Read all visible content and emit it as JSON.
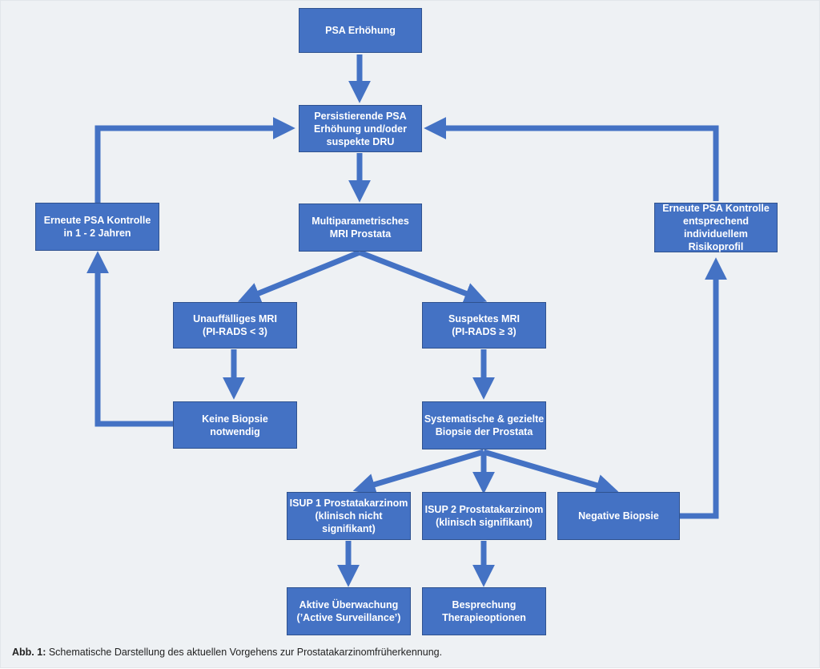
{
  "diagram": {
    "nodes": {
      "psa_increase": "PSA Erhöhung",
      "persistent_psa": "Persistierende PSA\nErhöhung und/oder\nsuspekte DRU",
      "mri": "Multiparametrisches\nMRI Prostata",
      "psa_control_left": "Erneute PSA Kontrolle\nin 1 - 2 Jahren",
      "psa_control_right": "Erneute PSA Kontrolle\nentsprechend\nindividuellem Risikoprofil",
      "mri_normal": "Unauffälliges MRI\n(PI-RADS < 3)",
      "mri_suspect": "Suspektes MRI\n(PI-RADS ≥ 3)",
      "no_biopsy": "Keine Biopsie\nnotwendig",
      "biopsy": "Systematische & gezielte\nBiopsie der Prostata",
      "isup1": "ISUP 1 Prostatakarzinom\n(klinisch nicht signifikant)",
      "isup2": "ISUP 2 Prostatakarzinom\n(klinisch signifikant)",
      "negative_biopsy": "Negative Biopsie",
      "active_surveillance": "Aktive Überwachung\n(’Active Surveillance’)",
      "therapy": "Besprechung\nTherapieoptionen"
    },
    "colors": {
      "box_fill": "#4472c4",
      "box_border": "#2f528f",
      "arrow": "#4472c4",
      "background": "#eef1f4"
    }
  },
  "caption": {
    "label": "Abb. 1:",
    "text": " Schematische Darstellung des aktuellen Vorgehens zur Prostatakarzinomfrüherkennung."
  }
}
